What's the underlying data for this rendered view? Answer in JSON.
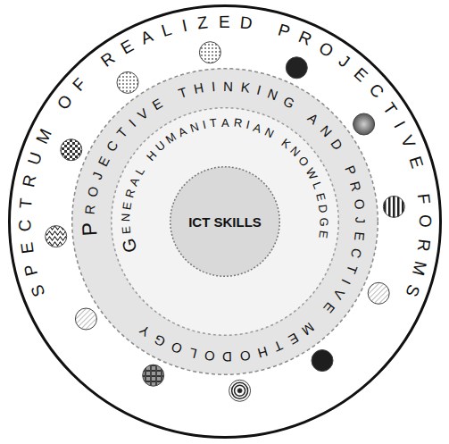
{
  "diagram": {
    "nodes": [
      {
        "text": [
          "SPECTRUM OF REALIZED PROJECTIVE FORMS"
        ]
      },
      {
        "text": [
          "PROJECTIVE THINKING AND PROJECTIVE METHODOLOGY"
        ],
        "in": 0
      },
      {
        "text": [
          "GENERAL HUMANITARIAN KNOWLEDGE"
        ],
        "in": 1
      },
      {
        "text": [
          "ICT SKILLS"
        ],
        "in": 2
      }
    ]
  }
}
